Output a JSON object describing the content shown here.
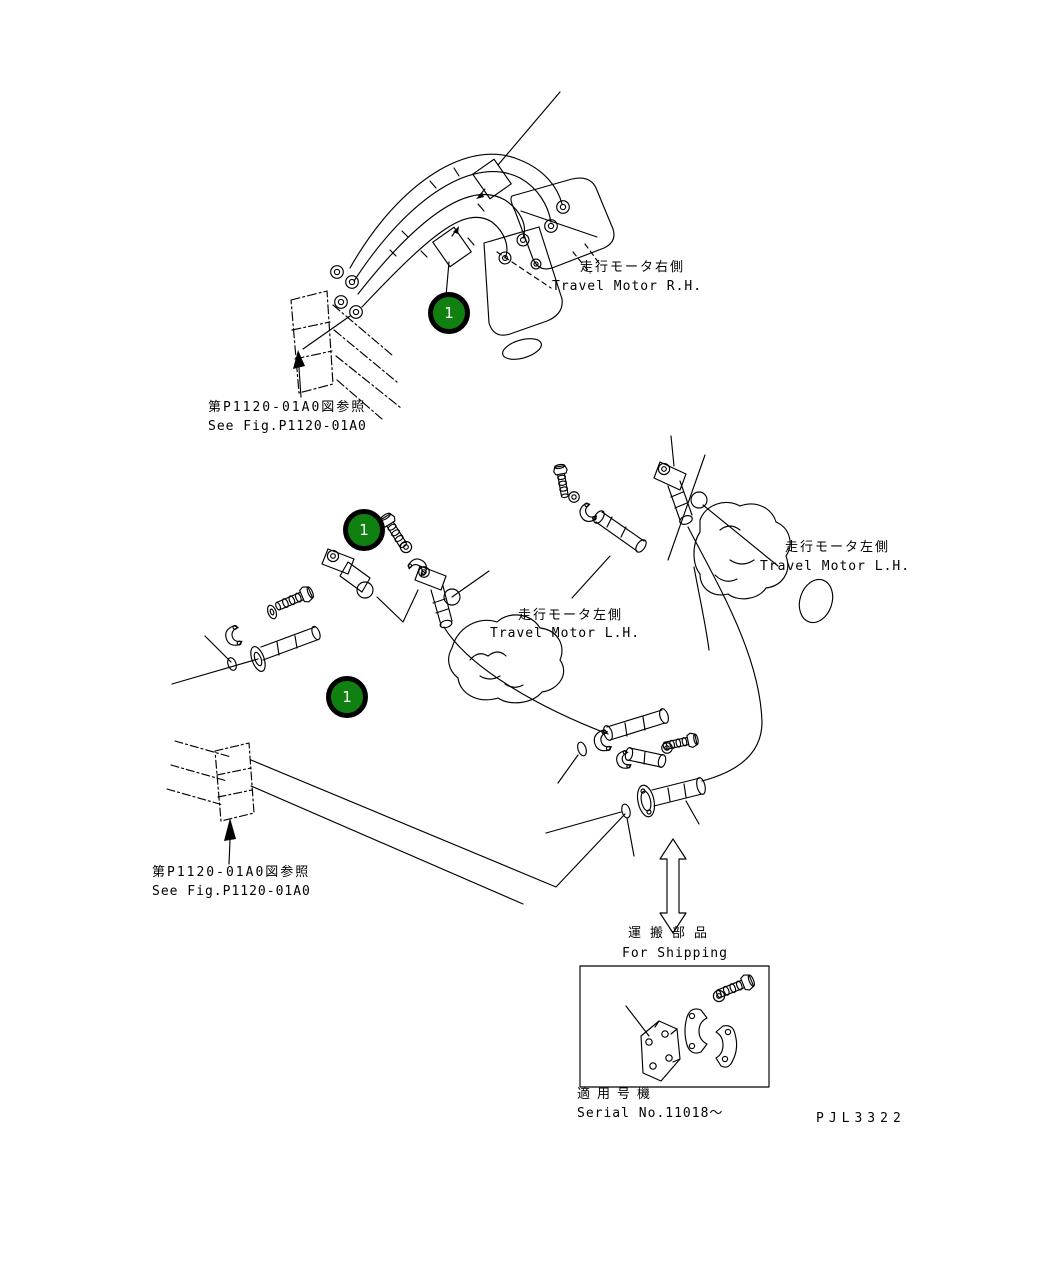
{
  "page": {
    "type": "parts-diagram",
    "drawing_code": "PJL3322"
  },
  "colors": {
    "background": "#ffffff",
    "line": "#000000",
    "callout_fill": "#108010",
    "callout_ring": "#000000",
    "callout_text": "#ffffff"
  },
  "labels": {
    "travel_motor_rh": {
      "jp": "走行モータ右側",
      "en": "Travel Motor R.H."
    },
    "travel_motor_lh_mid": {
      "jp": "走行モータ左側",
      "en": "Travel Motor L.H."
    },
    "travel_motor_lh_right": {
      "jp": "走行モータ左側",
      "en": "Travel Motor L.H."
    },
    "see_fig_top": {
      "jp": "第P1120-01A0図参照",
      "en": "See Fig.P1120-01A0"
    },
    "see_fig_bottom": {
      "jp": "第P1120-01A0図参照",
      "en": "See Fig.P1120-01A0"
    },
    "for_shipping": {
      "jp": "運搬部品",
      "en": "For Shipping"
    },
    "serial": {
      "jp": "適用号機",
      "en": "Serial No.11018～"
    }
  },
  "callouts": [
    {
      "number": "1"
    },
    {
      "number": "1"
    },
    {
      "number": "1"
    }
  ]
}
